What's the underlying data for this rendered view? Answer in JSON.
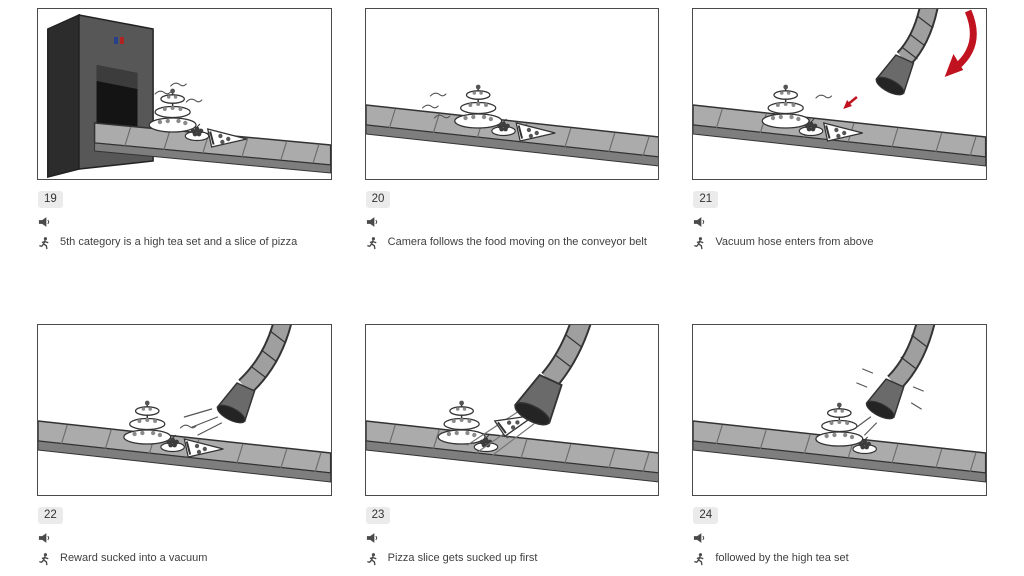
{
  "panels": [
    {
      "number": "19",
      "caption": "5th category is a high tea set and a slice of pizza"
    },
    {
      "number": "20",
      "caption": "Camera follows the food moving on the conveyor belt"
    },
    {
      "number": "21",
      "caption": "Vacuum hose enters from above"
    },
    {
      "number": "22",
      "caption": "Reward sucked into a vacuum"
    },
    {
      "number": "23",
      "caption": "Pizza slice gets sucked up first"
    },
    {
      "number": "24",
      "caption": "followed by the high tea set"
    }
  ],
  "icons": {
    "audio": "speaker-icon",
    "action": "action-figure-icon"
  },
  "colors": {
    "arrow_red": "#c1121f",
    "belt_gray": "#ababab",
    "line_ink": "#333333"
  }
}
